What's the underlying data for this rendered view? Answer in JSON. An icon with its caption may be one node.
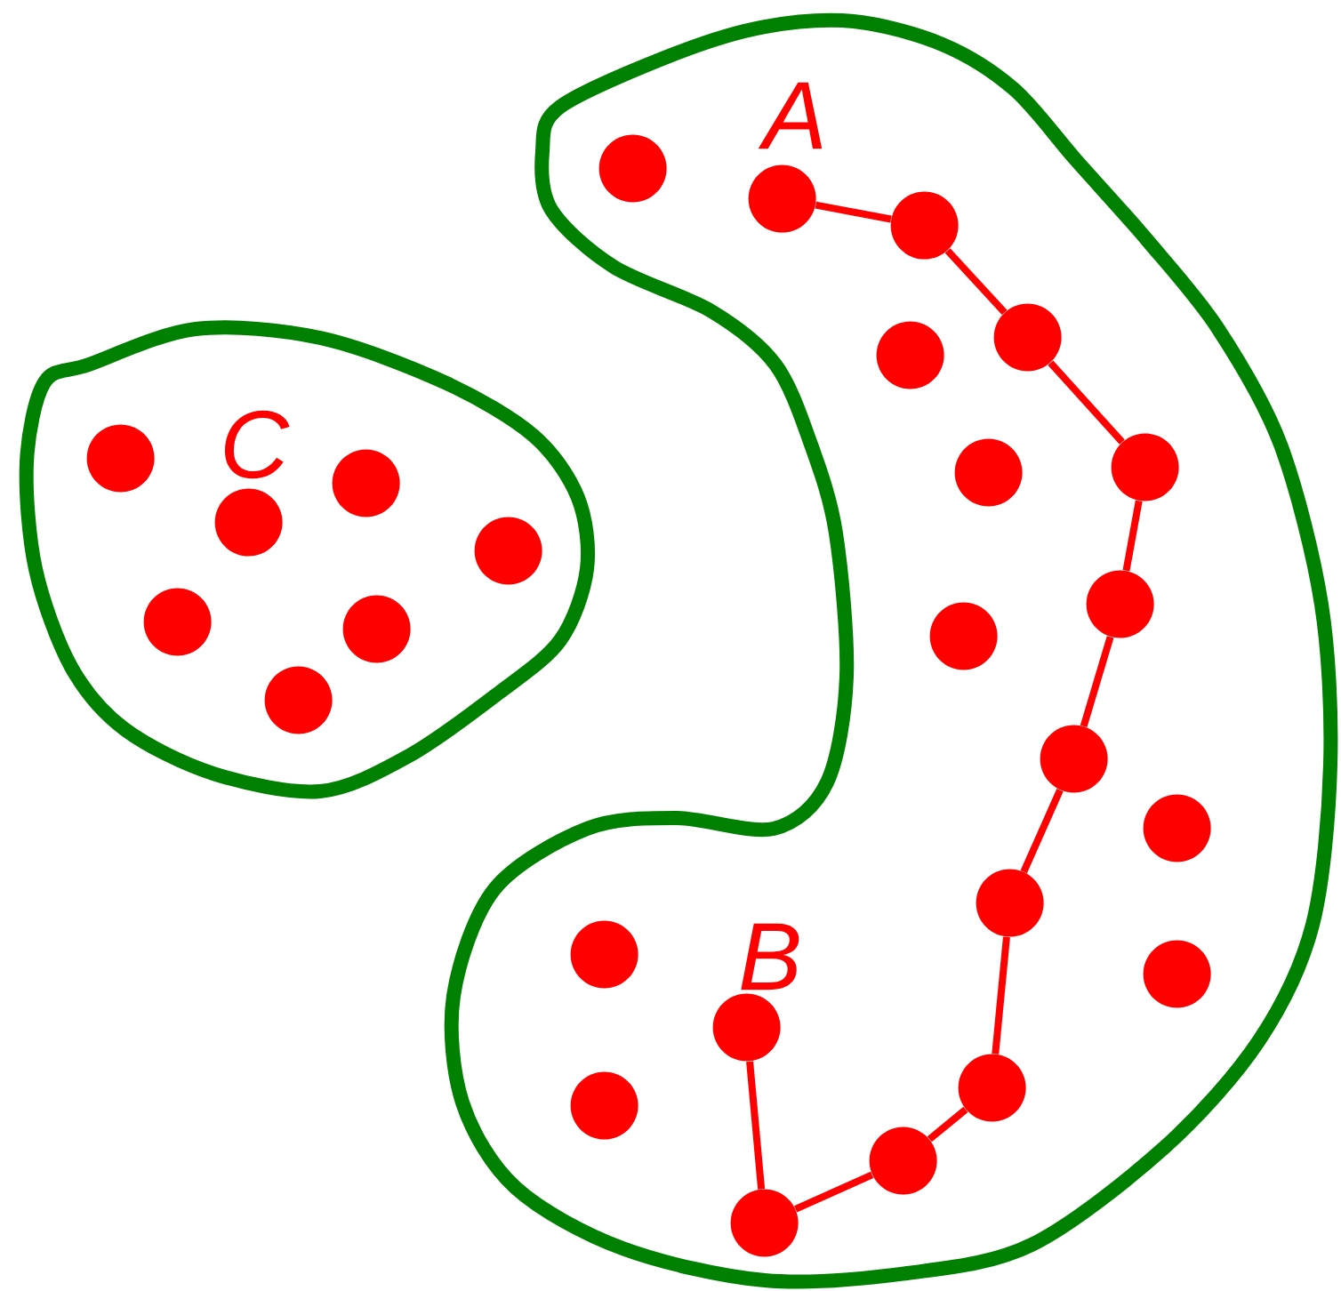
{
  "diagram": {
    "nodes": [
      {
        "text": [],
        "shape": "blob"
      },
      {
        "text": [],
        "shape": "circle",
        "in": 0
      },
      {
        "text": [],
        "shape": "circle",
        "in": 0
      },
      {
        "text": [],
        "shape": "circle",
        "in": 0
      },
      {
        "text": [],
        "shape": "circle",
        "in": 0
      },
      {
        "text": [],
        "shape": "circle",
        "in": 0
      },
      {
        "text": [],
        "shape": "circle",
        "in": 0
      },
      {
        "text": [],
        "shape": "circle",
        "in": 0
      },
      {
        "text": [],
        "shape": "blob"
      },
      {
        "text": [],
        "shape": "circle",
        "in": 8
      },
      {
        "text": [],
        "shape": "circle",
        "in": 8
      },
      {
        "text": [],
        "shape": "circle",
        "in": 8
      },
      {
        "text": [],
        "shape": "circle",
        "in": 8
      },
      {
        "text": [],
        "shape": "circle",
        "in": 8
      },
      {
        "text": [],
        "shape": "circle",
        "in": 8
      },
      {
        "text": [],
        "shape": "circle",
        "in": 8
      },
      {
        "text": [],
        "shape": "circle",
        "in": 8
      },
      {
        "text": [],
        "shape": "circle",
        "in": 8
      },
      {
        "text": [],
        "shape": "circle",
        "in": 8
      },
      {
        "text": [],
        "shape": "circle",
        "in": 8
      },
      {
        "text": [],
        "shape": "circle",
        "in": 8
      },
      {
        "text": [],
        "shape": "circle",
        "in": 8
      },
      {
        "text": [],
        "shape": "circle",
        "in": 8
      },
      {
        "text": [],
        "shape": "circle",
        "in": 8
      },
      {
        "text": [],
        "shape": "circle",
        "in": 8
      },
      {
        "text": [],
        "shape": "circle",
        "in": 8
      },
      {
        "text": [],
        "shape": "circle",
        "in": 8
      },
      {
        "text": [],
        "shape": "circle",
        "in": 8
      }
    ],
    "edges": [
      {
        "from": 10,
        "to": 11,
        "arrow": "none"
      },
      {
        "from": 11,
        "to": 12,
        "arrow": "none"
      },
      {
        "from": 12,
        "to": 14,
        "arrow": "none"
      },
      {
        "from": 14,
        "to": 16,
        "arrow": "none"
      },
      {
        "from": 16,
        "to": 18,
        "arrow": "none"
      },
      {
        "from": 18,
        "to": 20,
        "arrow": "none"
      },
      {
        "from": 20,
        "to": 24,
        "arrow": "none"
      },
      {
        "from": 24,
        "to": 26,
        "arrow": "none"
      },
      {
        "from": 26,
        "to": 27,
        "arrow": "none"
      },
      {
        "from": 27,
        "to": 23,
        "arrow": "none"
      }
    ],
    "labels": [
      "A",
      "C",
      "B"
    ]
  }
}
